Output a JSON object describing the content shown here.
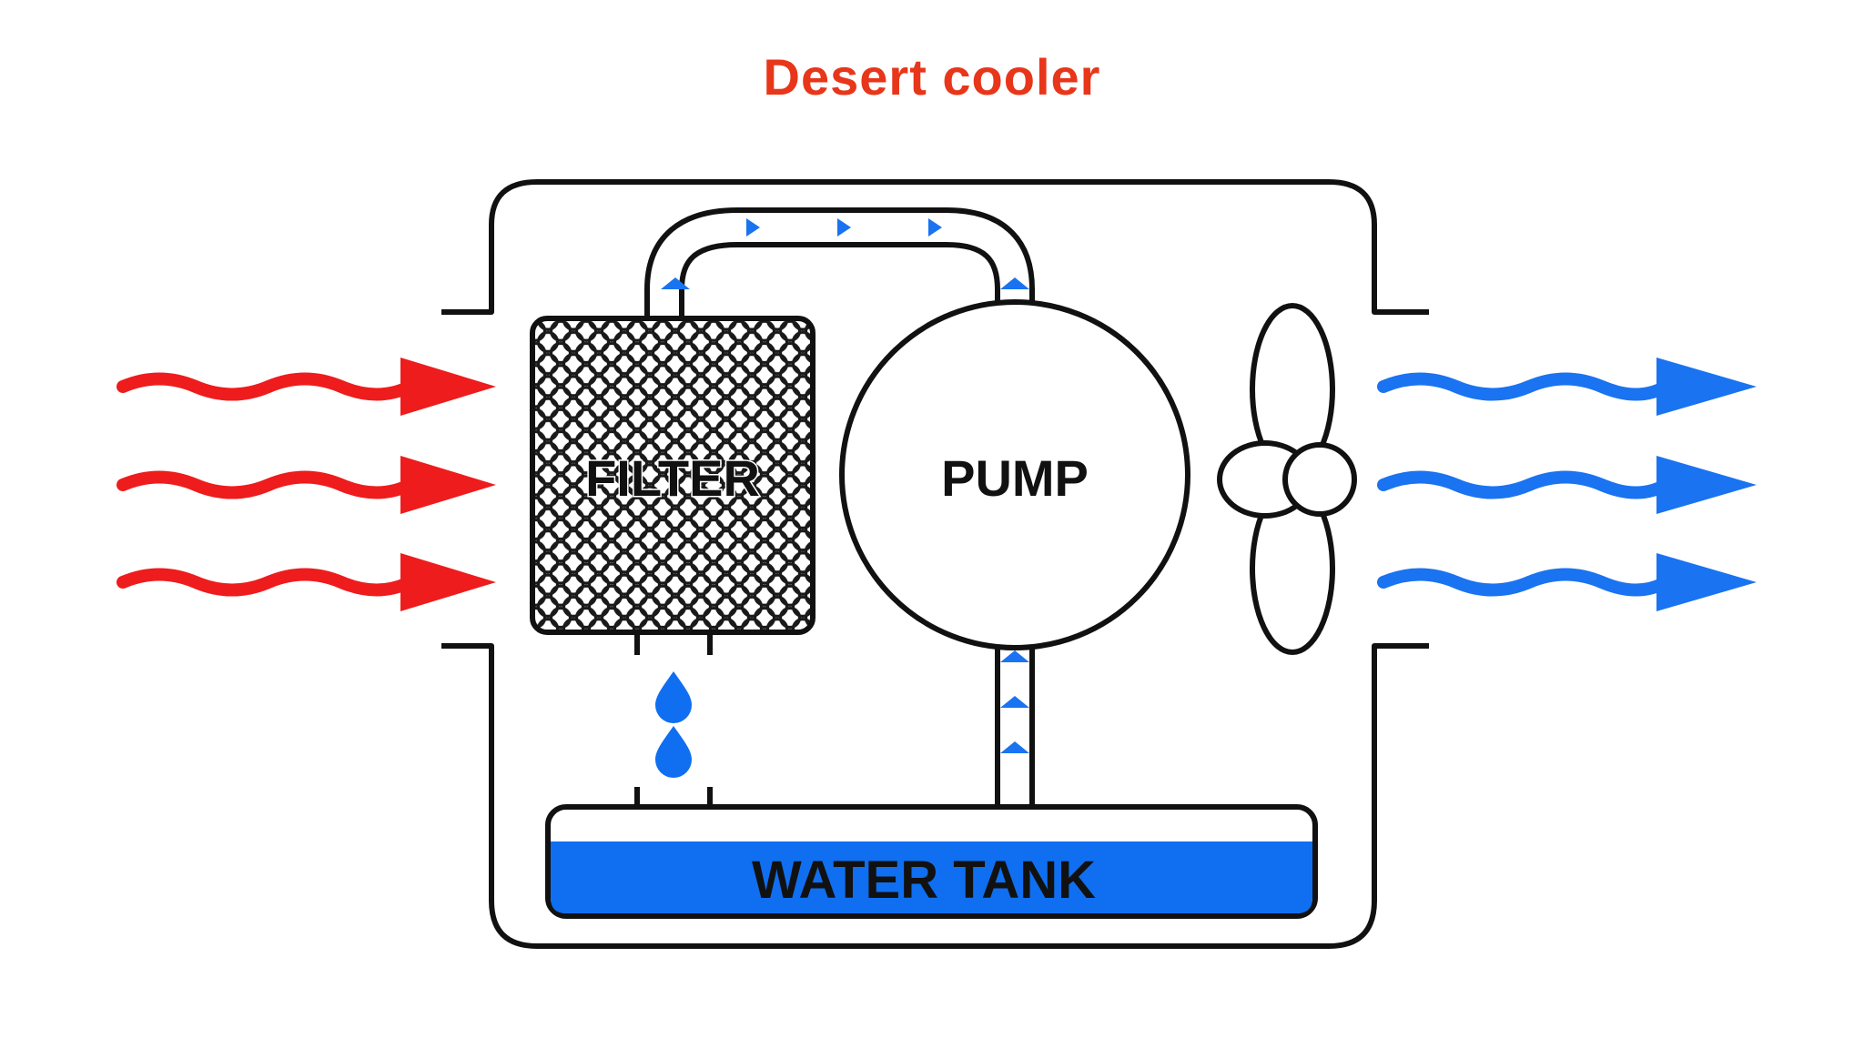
{
  "title": "Desert cooler",
  "labels": {
    "filter": "FILTER",
    "pump": "PUMP",
    "water_tank": "WATER TANK"
  },
  "colors": {
    "title": "#e8361b",
    "hot_air": "#ee1c1c",
    "cool_air": "#1a73f0",
    "water": "#0f6ff0",
    "outline": "#111111",
    "background": "#ffffff"
  },
  "icons": {
    "hot_air": "wavy-arrow-right-icon",
    "cool_air": "wavy-arrow-right-icon",
    "fan": "fan-icon",
    "drop": "water-drop-icon"
  }
}
